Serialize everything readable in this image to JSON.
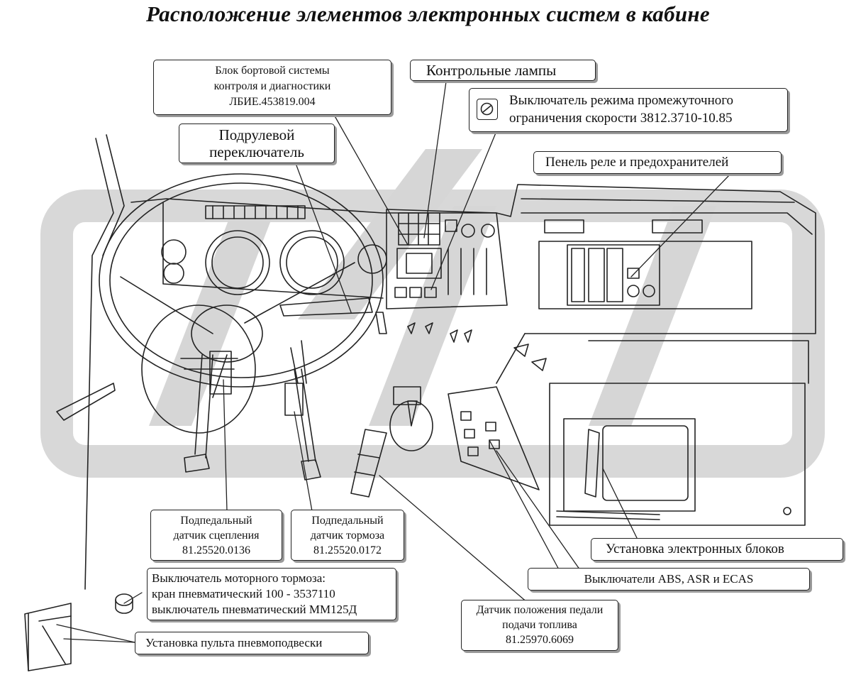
{
  "title": "Расположение элементов электронных систем в кабине",
  "callouts": {
    "diagnostics": [
      "Блок бортовой системы",
      "контроля и диагностики",
      "ЛБИЕ.453819.004"
    ],
    "lamps": "Контрольные лампы",
    "speed_limit_switch": [
      "Выключатель режима промежуточного",
      "ограничения скорости 3812.3710-10.85"
    ],
    "stalk_switch": [
      "Подрулевой",
      "переключатель"
    ],
    "relay_panel": "Пенель реле и предохранителей",
    "clutch_sensor": [
      "Подпедальный",
      "датчик сцепления",
      "81.25520.0136"
    ],
    "brake_sensor": [
      "Подпедальный",
      "датчик тормоза",
      "81.25520.0172"
    ],
    "electronic_units": "Установка электронных блоков",
    "engine_brake_switch": [
      "Выключатель моторного тормоза:",
      "кран пневматический  100 - 3537110",
      "выключатель пневматический ММ125Д"
    ],
    "abs_switches": "Выключатели ABS, ASR и ECAS",
    "pedal_sensor": [
      "Датчик положения педали",
      "подачи топлива",
      "81.25970.6069"
    ],
    "air_suspension": "Установка пульта пневмоподвески"
  },
  "colors": {
    "line": "#222222",
    "watermark": "#d4d4d4",
    "shadow": "#9a9a9a"
  }
}
